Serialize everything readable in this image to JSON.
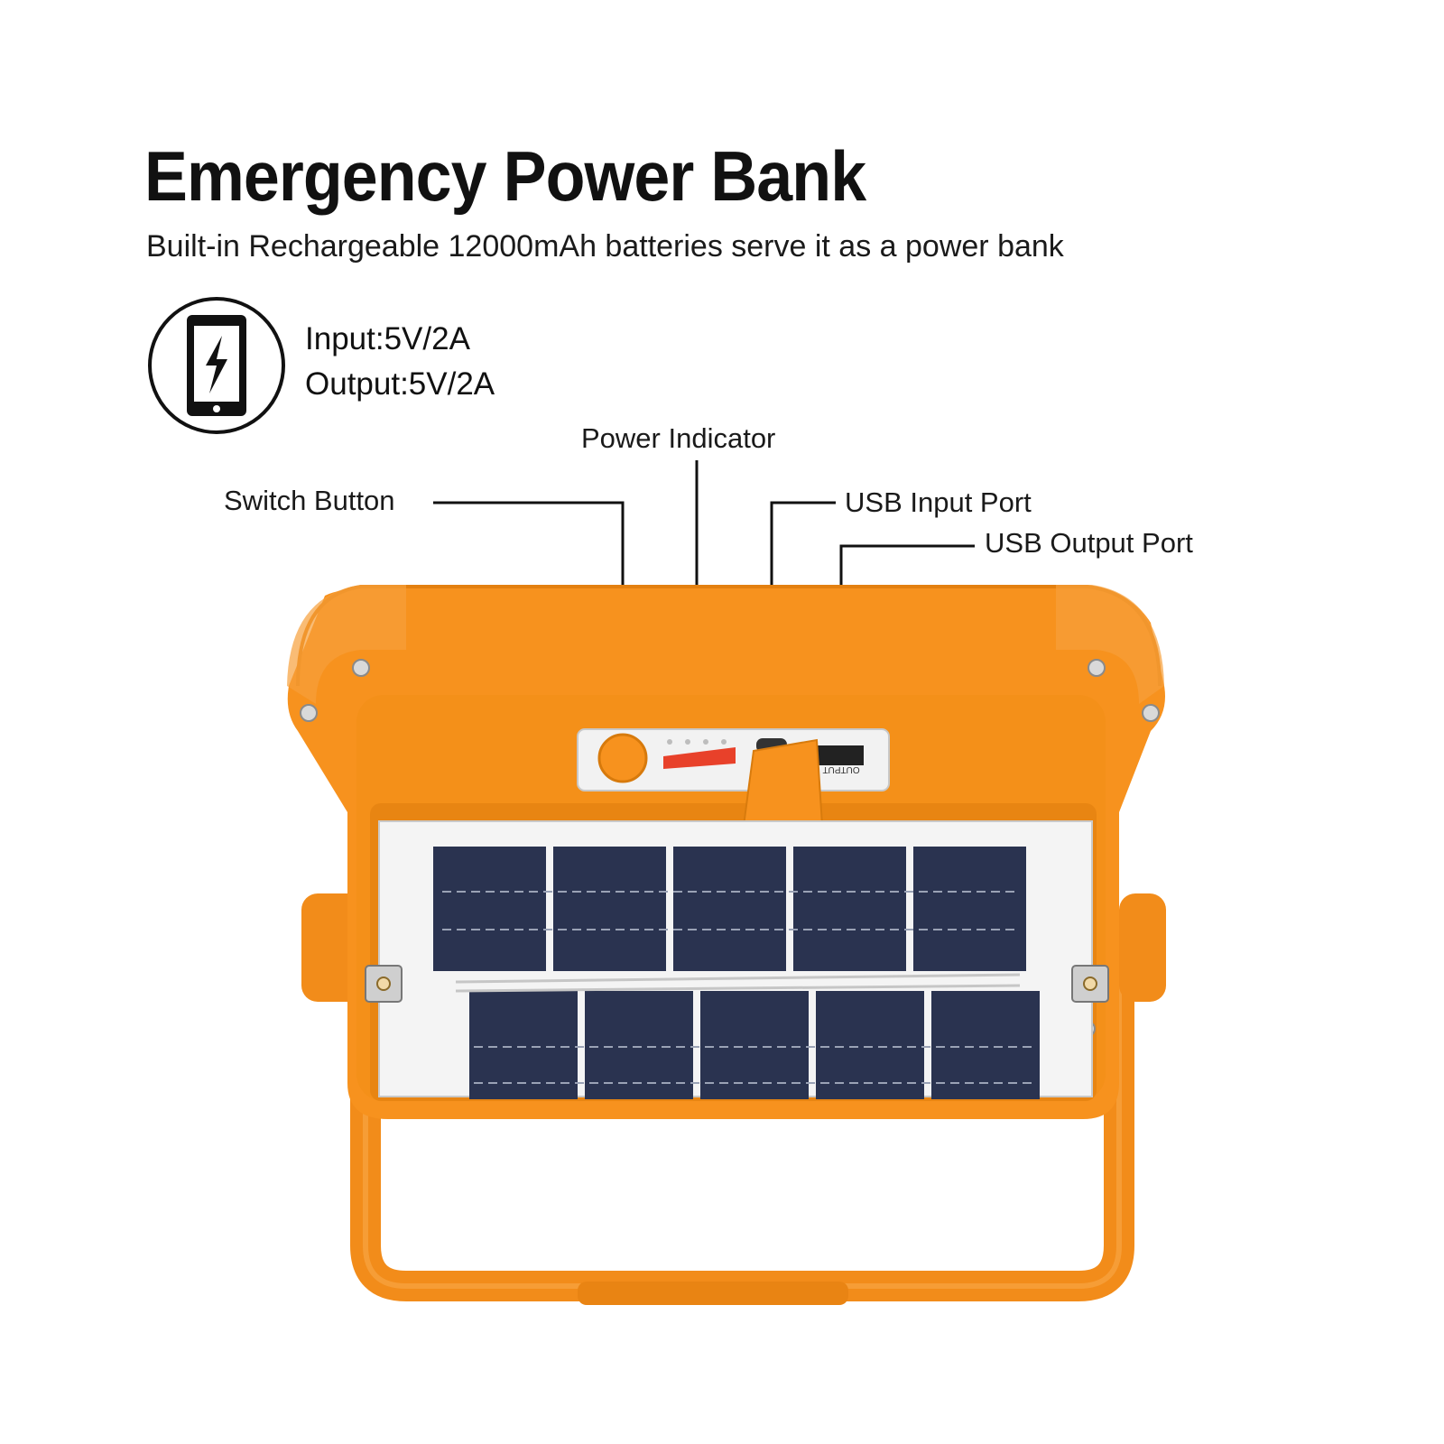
{
  "header": {
    "title": "Emergency Power Bank",
    "subtitle": "Built-in Rechargeable 12000mAh batteries serve it as a power bank"
  },
  "specs": {
    "icon": "phone-charging-icon",
    "input": "Input:5V/2A",
    "output": "Output:5V/2A"
  },
  "callouts": {
    "switch_button": "Switch Button",
    "power_indicator": "Power Indicator",
    "usb_input_port": "USB Input Port",
    "usb_output_port": "USB Output Port"
  },
  "device": {
    "port_label": "OUTPUT",
    "body_color": "#f7921e",
    "solar_cell_color": "#2a3350"
  }
}
